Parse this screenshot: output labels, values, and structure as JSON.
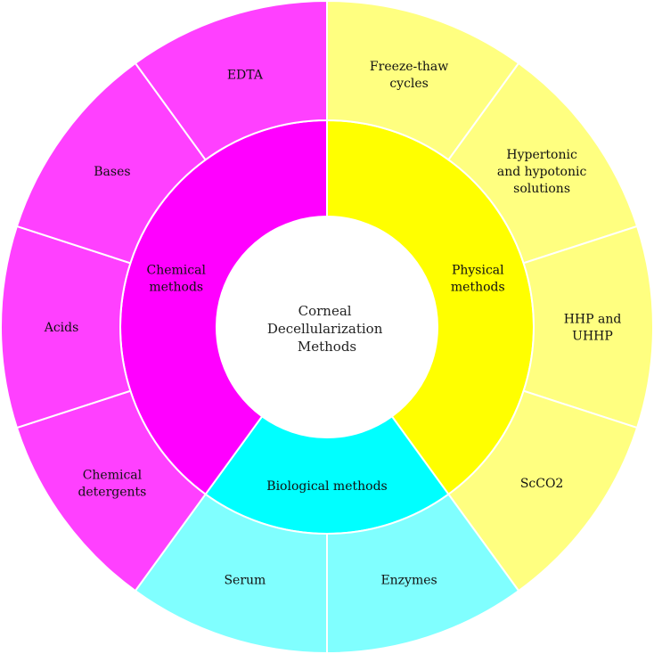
{
  "center": {
    "lines": [
      "Corneal",
      "Decellularization",
      "Methods"
    ]
  },
  "categories": [
    {
      "lines": [
        "Physical",
        "methods"
      ],
      "color": "#FFFF00",
      "outer_color": "#FFFF80",
      "children": [
        {
          "lines": [
            "Freeze-thaw",
            "cycles"
          ]
        },
        {
          "lines": [
            "Hypertonic",
            "and hypotonic",
            "solutions"
          ]
        },
        {
          "lines": [
            "HHP and",
            "UHHP"
          ]
        },
        {
          "lines": [
            "ScCO2"
          ]
        }
      ]
    },
    {
      "lines": [
        "Biological methods"
      ],
      "color": "#00FFFF",
      "outer_color": "#80FFFF",
      "children": [
        {
          "lines": [
            "Enzymes"
          ]
        },
        {
          "lines": [
            "Serum"
          ]
        }
      ]
    },
    {
      "lines": [
        "Chemical",
        "methods"
      ],
      "color": "#FF00FF",
      "outer_color": "#FF40FF",
      "children": [
        {
          "lines": [
            "Chemical",
            "detergents"
          ]
        },
        {
          "lines": [
            "Acids"
          ]
        },
        {
          "lines": [
            "Bases"
          ]
        },
        {
          "lines": [
            "EDTA"
          ]
        }
      ]
    }
  ]
}
